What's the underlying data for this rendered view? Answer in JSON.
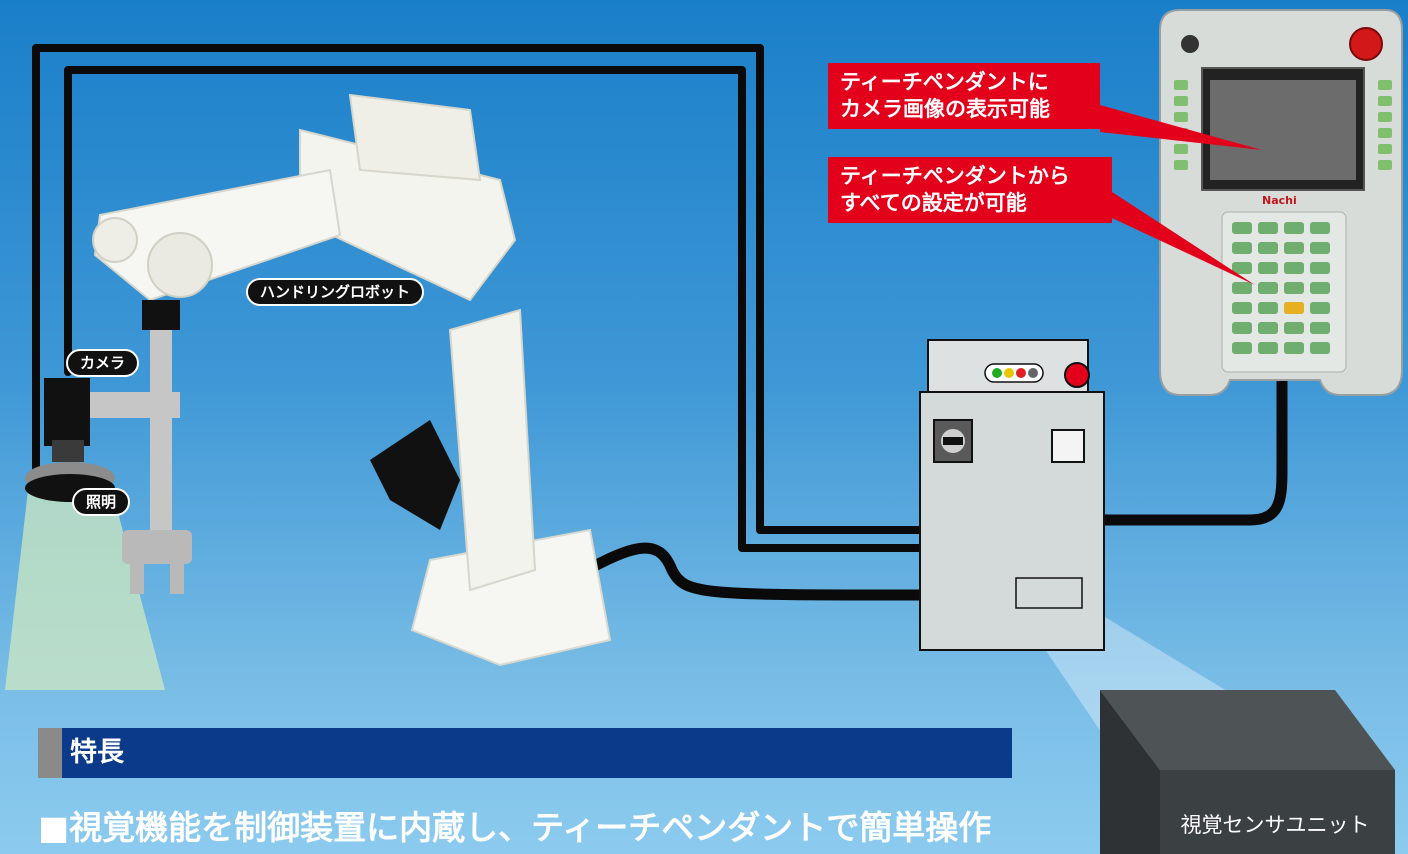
{
  "labels": {
    "robot": "ハンドリングロボット",
    "camera": "カメラ",
    "light": "照明",
    "sensor_unit": "視覚センサユニット"
  },
  "callouts": [
    {
      "line1": "ティーチペンダントに",
      "line2": "カメラ画像の表示可能"
    },
    {
      "line1": "ティーチペンダントから",
      "line2": "すべての設定が可能"
    }
  ],
  "pendant": {
    "brand": "Nachi"
  },
  "feature": {
    "section_title": "特長",
    "headline": "■視覚機能を制御装置に内蔵し、ティーチペンダントで簡単操作"
  },
  "colors": {
    "background_top": "#1a7fc9",
    "background_bottom": "#8ccbef",
    "callout_red": "#e3001b",
    "feature_bar": "#0c3a8a"
  }
}
